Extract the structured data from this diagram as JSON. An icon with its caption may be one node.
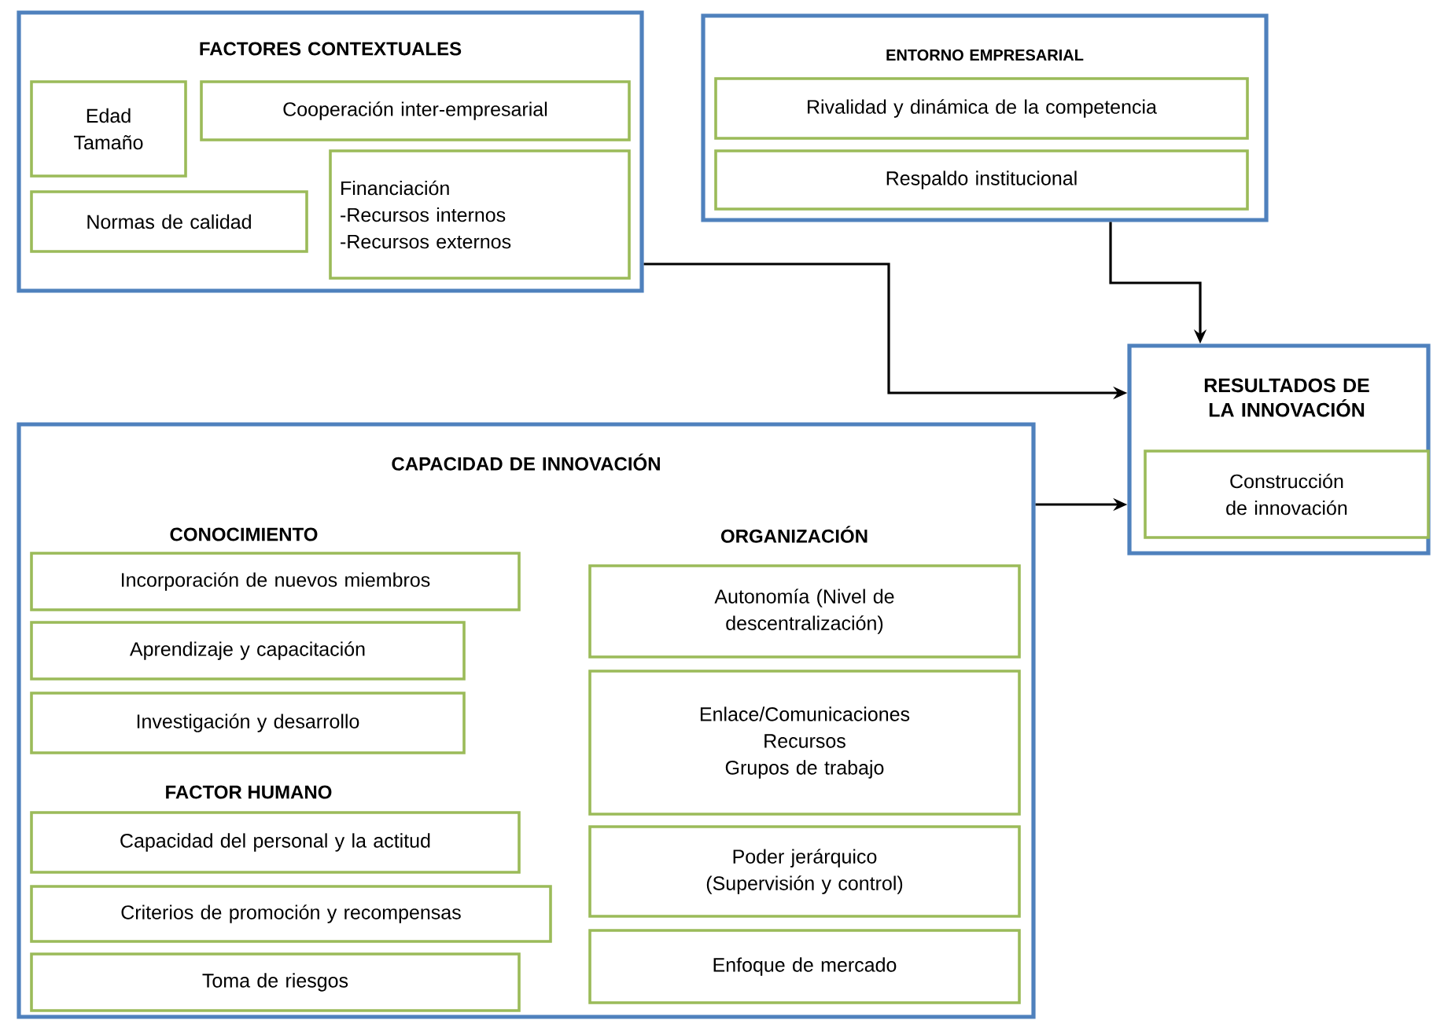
{
  "diagram": {
    "nodes": [
      {
        "text": [
          "FACTORES CONTEXTUALES"
        ]
      },
      {
        "text": [
          "Edad",
          "Tamaño"
        ],
        "in": 0
      },
      {
        "text": [
          "Cooperación inter-empresarial"
        ],
        "in": 0
      },
      {
        "text": [
          "Normas de calidad"
        ],
        "in": 0
      },
      {
        "text": [
          "Financiación",
          "-Recursos internos",
          "-Recursos externos"
        ],
        "in": 0
      },
      {
        "text": [
          "ENTORNO EMPRESARIAL"
        ]
      },
      {
        "text": [
          "Rivalidad y dinámica de la competencia"
        ],
        "in": 5
      },
      {
        "text": [
          "Respaldo institucional"
        ],
        "in": 5
      },
      {
        "text": [
          "RESULTADOS DE LA INNOVACIÓN"
        ]
      },
      {
        "text": [
          "Construcción de innovación"
        ],
        "in": 8
      },
      {
        "text": [
          "CAPACIDAD DE INNOVACIÓN"
        ]
      },
      {
        "text": [
          "Incorporación de nuevos miembros"
        ],
        "in": 10
      },
      {
        "text": [
          "Aprendizaje y capacitación"
        ],
        "in": 10
      },
      {
        "text": [
          "Investigación y desarrollo"
        ],
        "in": 10
      },
      {
        "text": [
          "Capacidad del personal y la actitud"
        ],
        "in": 10
      },
      {
        "text": [
          "Criterios de promoción y recompensas"
        ],
        "in": 10
      },
      {
        "text": [
          "Toma de riesgos"
        ],
        "in": 10
      },
      {
        "text": [
          "Autonomía (Nivel de descentralización)"
        ],
        "in": 10
      },
      {
        "text": [
          "Enlace/Comunicaciones",
          "Recursos",
          "Grupos de trabajo"
        ],
        "in": 10
      },
      {
        "text": [
          "Poder jerárquico (Supervisión y control)"
        ],
        "in": 10
      },
      {
        "text": [
          "Enfoque de mercado"
        ],
        "in": 10
      }
    ],
    "edges": [
      {
        "from": 0,
        "to": 8,
        "arrow": "to"
      },
      {
        "from": 5,
        "to": 8,
        "arrow": "to"
      },
      {
        "from": 10,
        "to": 8,
        "arrow": "to"
      }
    ],
    "labels": [
      "CONOCIMIENTO",
      "ORGANIZACIÓN",
      "FACTOR HUMANO"
    ]
  }
}
